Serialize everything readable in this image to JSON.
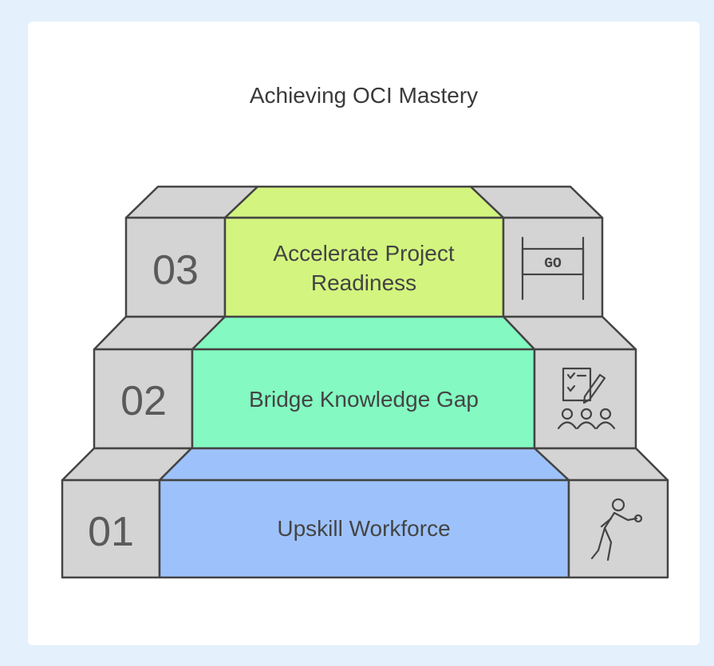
{
  "title": "Achieving OCI Mastery",
  "steps": [
    {
      "number": "01",
      "label_lines": [
        "Upskill Workforce"
      ],
      "icon": "person-running-icon",
      "color": "#9dc2fb"
    },
    {
      "number": "02",
      "label_lines": [
        "Bridge Knowledge Gap"
      ],
      "icon": "team-planning-icon",
      "color": "#84f9c2"
    },
    {
      "number": "03",
      "label_lines": [
        "Accelerate Project",
        "Readiness"
      ],
      "icon": "go-sign-icon",
      "color": "#d3f57f"
    }
  ],
  "go_sign_text": "GO",
  "colors": {
    "background": "#e4f0fc",
    "card": "#ffffff",
    "side_block": "#d4d4d4",
    "stroke": "#444444"
  }
}
